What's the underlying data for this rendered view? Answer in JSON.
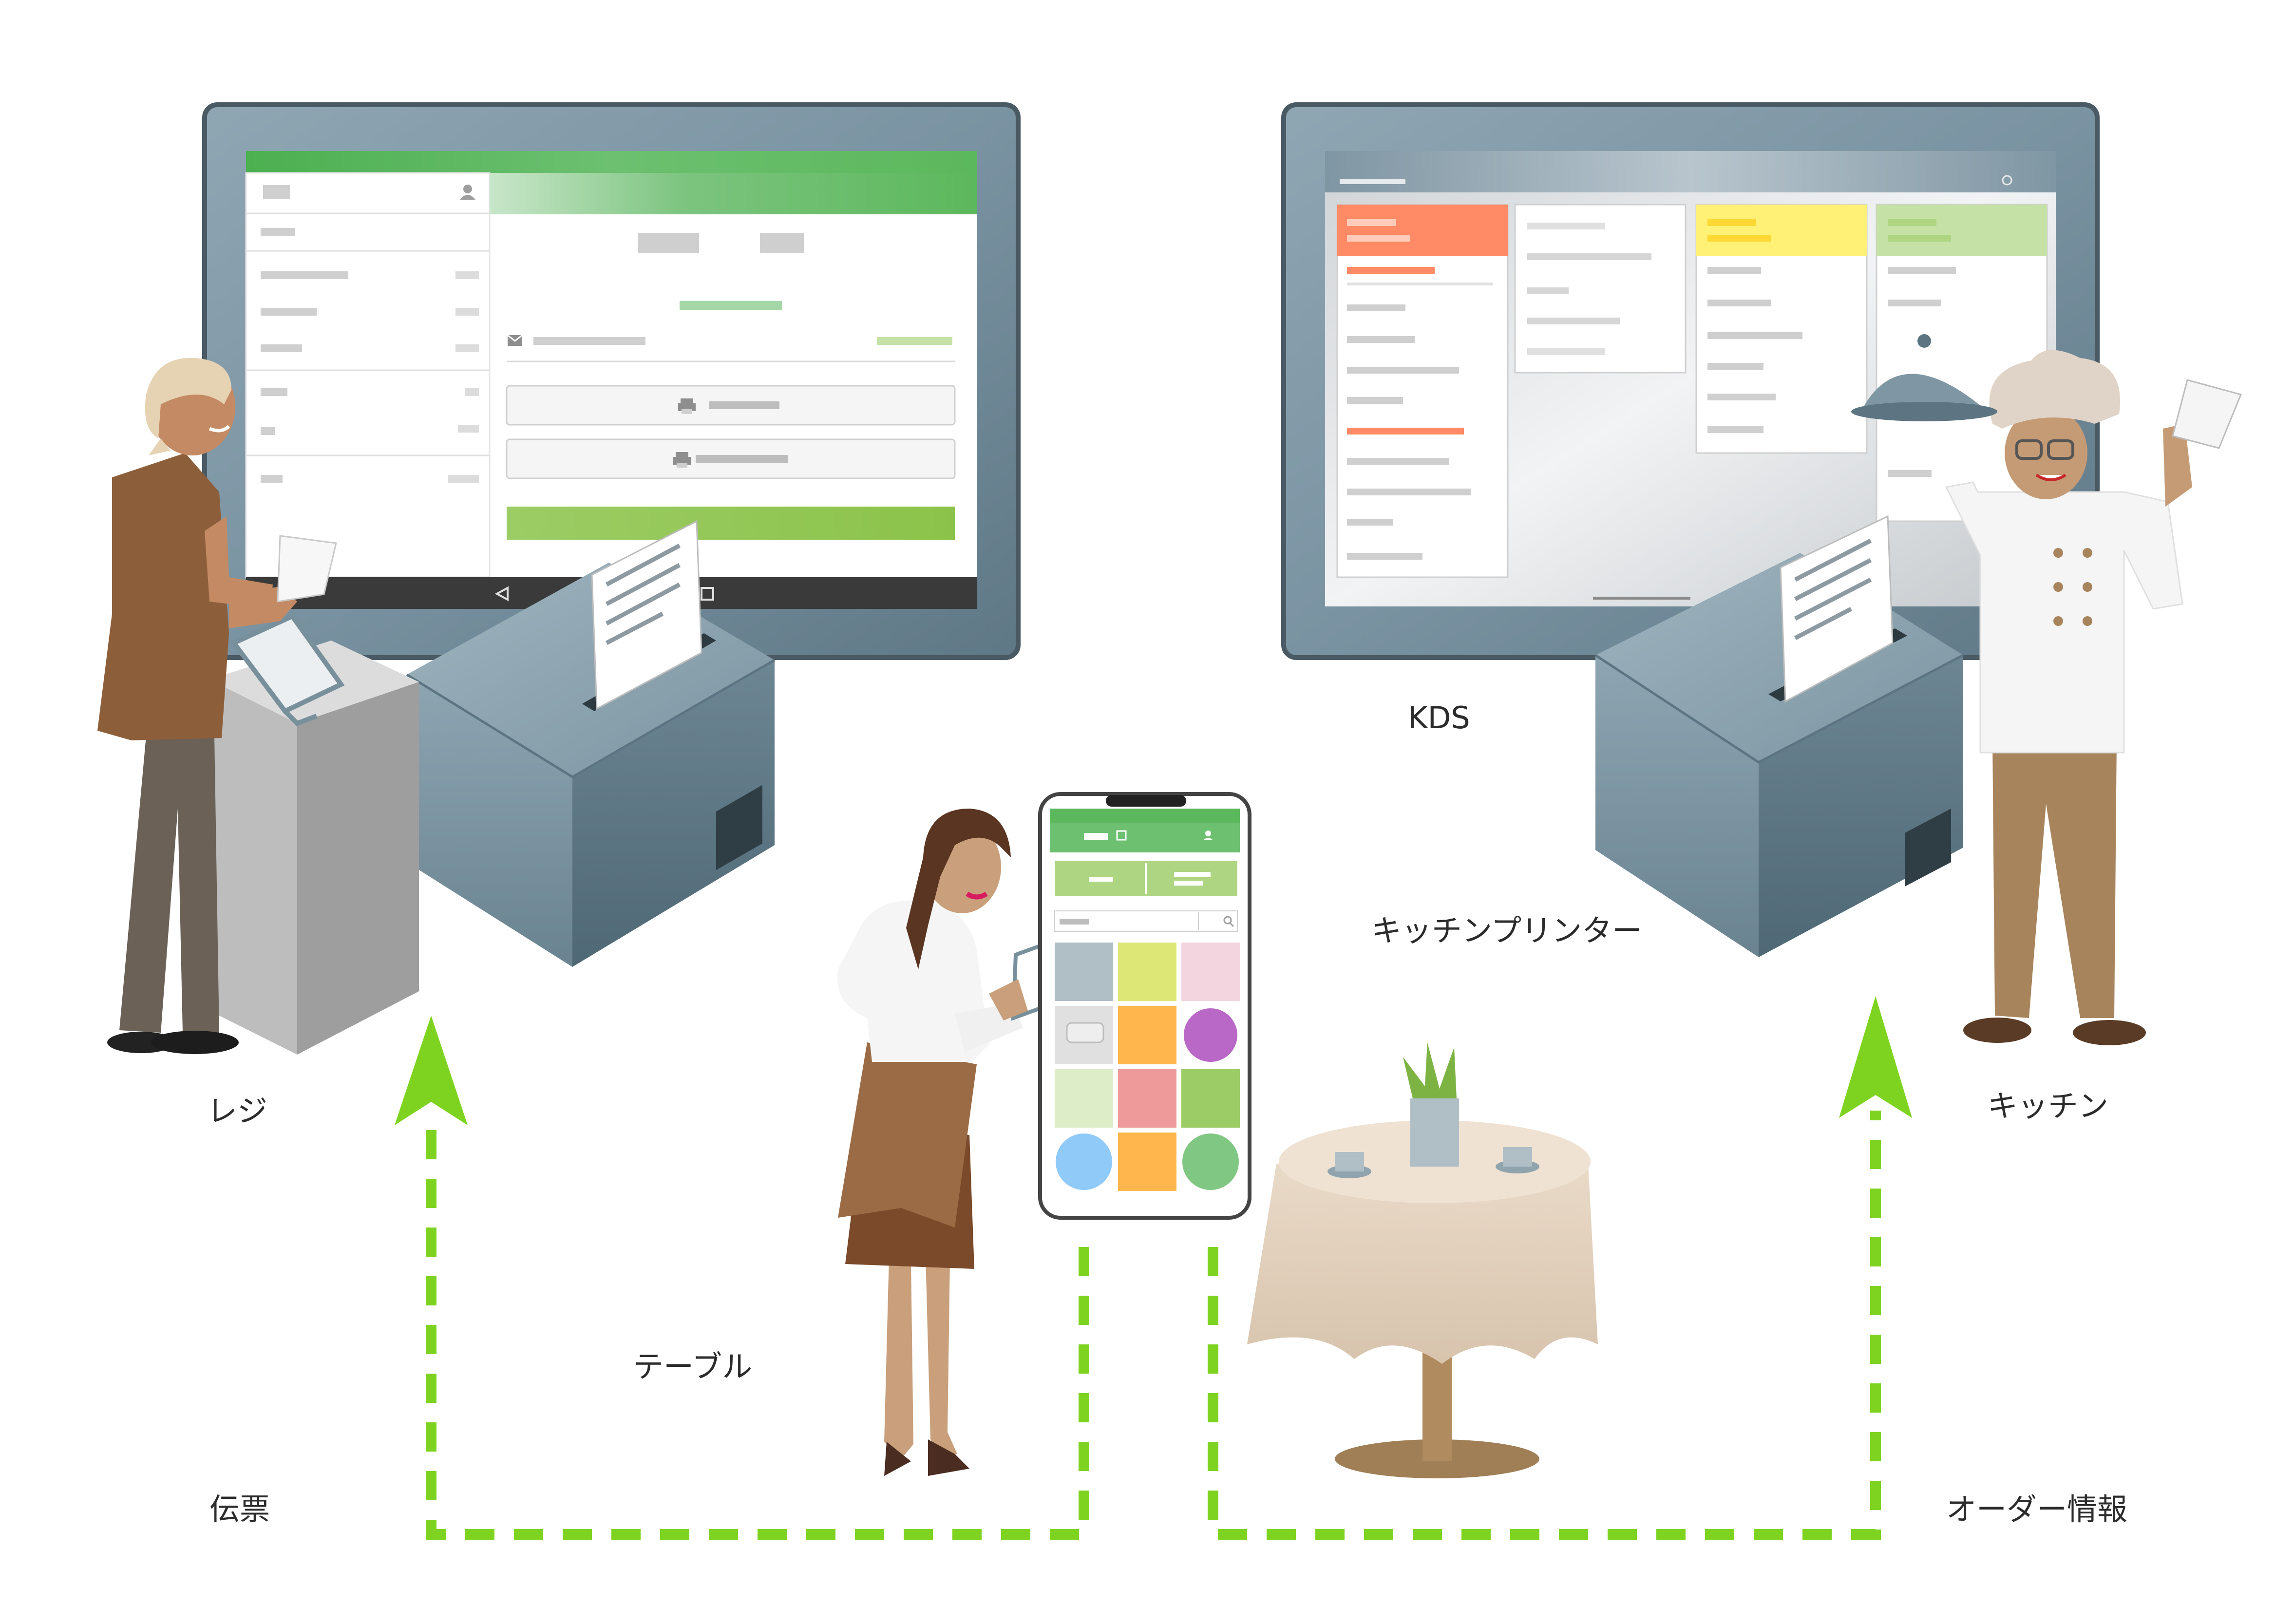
{
  "labels": {
    "register": "レジ",
    "slip": "伝票",
    "table": "テーブル",
    "kitchen_printer": "キッチンプリンター",
    "kds": "KDS",
    "kitchen": "キッチン",
    "order_info": "オーダー情報"
  },
  "colors": {
    "flow_arrow": "#7ed321",
    "pos_green": "#5cb85c",
    "bezel": "#6f8796",
    "printer": "#7f97a4",
    "ticket_red": "#ff8a65",
    "ticket_yellow": "#fff176",
    "ticket_green": "#c5e1a5"
  },
  "icons": {
    "printer": "printer-icon",
    "mail": "mail-icon",
    "user": "user-icon",
    "search": "search-icon",
    "back": "back-icon",
    "home": "home-icon"
  }
}
